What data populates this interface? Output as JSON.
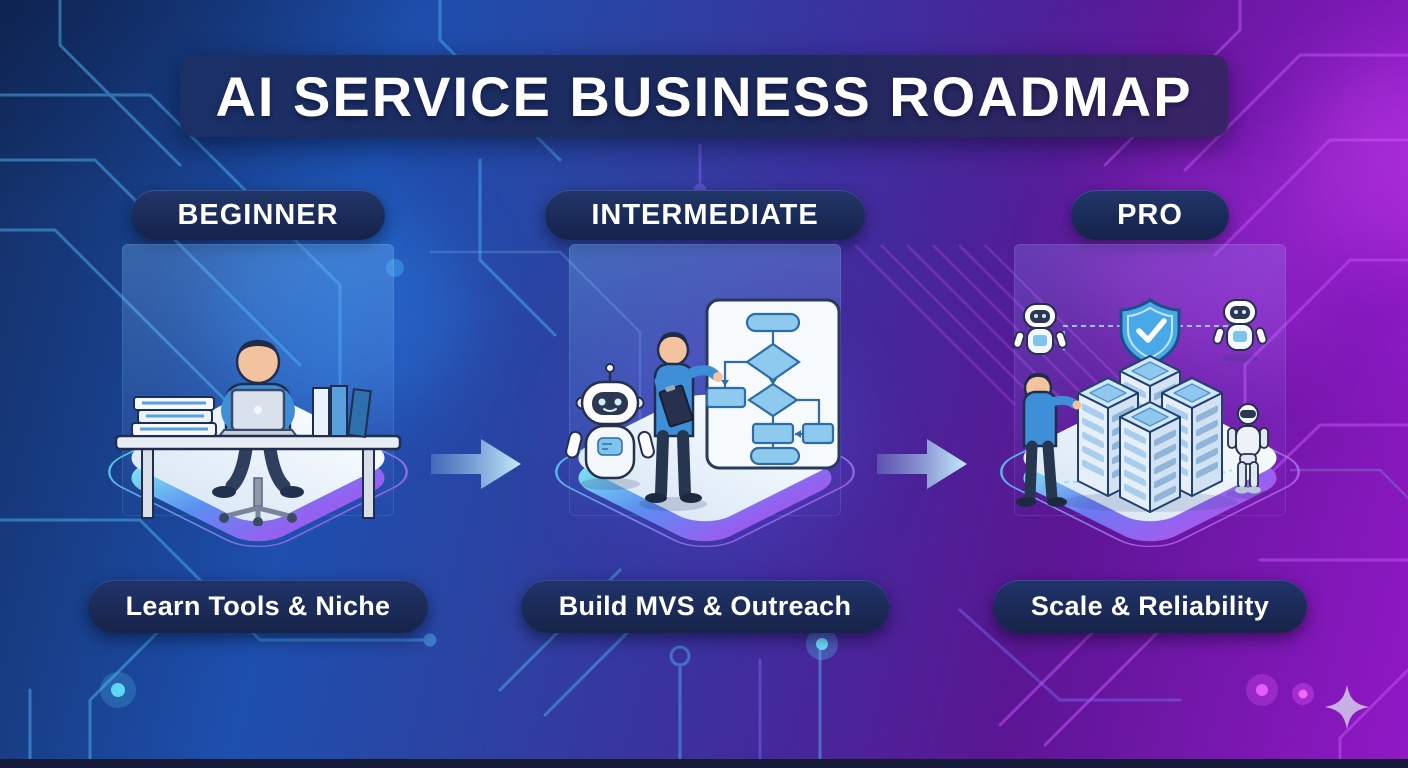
{
  "title": "AI SERVICE BUSINESS ROADMAP",
  "stages": [
    {
      "id": "beginner",
      "label": "BEGINNER",
      "caption": "Learn Tools & Niche",
      "illustration": "person-learning-at-desk-with-laptop-and-books"
    },
    {
      "id": "intermediate",
      "label": "INTERMEDIATE",
      "caption": "Build MVS & Outreach",
      "illustration": "person-presenting-flowchart-with-robot-assistant"
    },
    {
      "id": "pro",
      "label": "PRO",
      "caption": "Scale & Reliability",
      "illustration": "server-racks-with-robots-and-security-shield"
    }
  ],
  "icons": {
    "between_stages": "arrow-right-icon",
    "pro_security": "shield-check-icon",
    "watermark": "sparkle-icon"
  },
  "theme": {
    "bg-blue-dark": "#132e63",
    "bg-blue": "#1d4fae",
    "bg-indigo": "#3d2f9e",
    "bg-purple": "#5a1693",
    "bg-magenta": "#9118c6",
    "banner-navy": "#1c2c5e",
    "pill-navy": "#182a58",
    "trace-blue": "#3fa5ef",
    "trace-magenta": "#bf4cf2",
    "arrow-fill": "#b8e9fb",
    "platform-top": "#eef6fc",
    "platform-cyan": "#7de0f2",
    "platform-purple": "#9a5cf0",
    "text-white": "#ffffff",
    "sparkle": "#c9b7e4"
  }
}
